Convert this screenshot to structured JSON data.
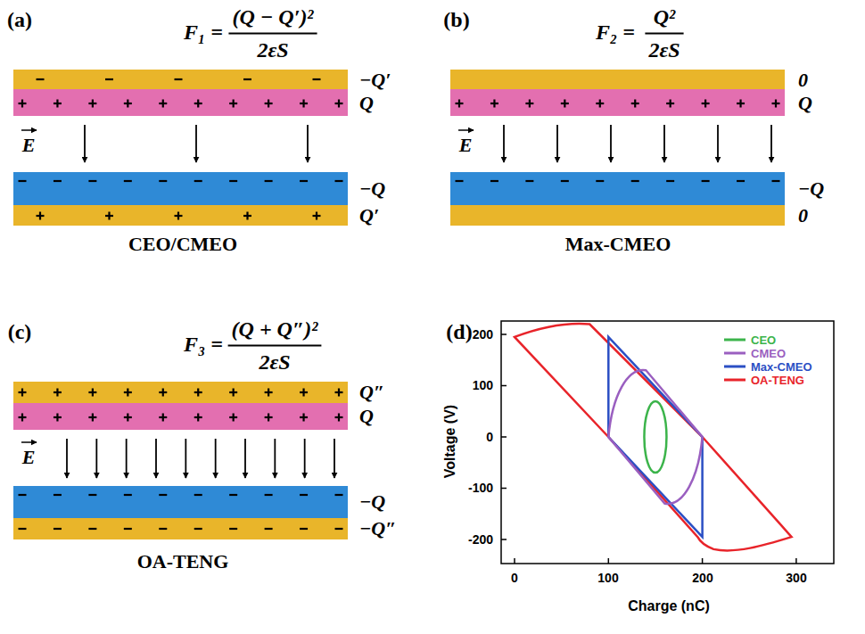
{
  "diagram": {
    "labels": [
      "(a)",
      "F₁ =",
      "(Q − Q′)²",
      "2εS",
      "−Q′",
      "Q",
      "E",
      "−Q",
      "Q′",
      "CEO/CMEO",
      "(b)",
      "F₂ =",
      "Q²",
      "2εS",
      "0",
      "Q",
      "E",
      "−Q",
      "0",
      "Max-CMEO",
      "(c)",
      "F₃ =",
      "(Q + Q″)²",
      "2εS",
      "Q″",
      "Q",
      "E",
      "−Q",
      "−Q″",
      "OA-TENG",
      "(d)",
      "200",
      "100",
      "0",
      "-100",
      "-200",
      "0",
      "100",
      "200",
      "300",
      "Voltage (V)",
      "Charge (nC)"
    ],
    "legend": [
      {
        "text": "CEO",
        "color": "#3cb44b"
      },
      {
        "text": "CMEO",
        "color": "#9a5fc0"
      },
      {
        "text": "Max-CMEO",
        "color": "#2b4fc4"
      },
      {
        "text": "OA-TENG",
        "color": "#e8242a"
      }
    ]
  }
}
